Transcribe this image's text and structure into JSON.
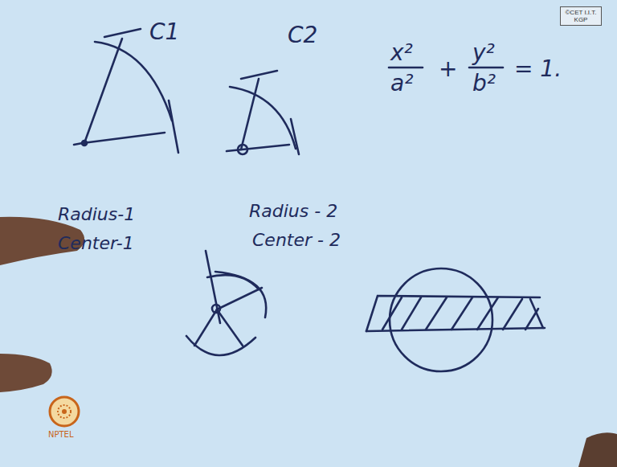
{
  "diagram": {
    "nodes": [
      {
        "text": [
          "©CET I.I.T. KGP"
        ]
      }
    ],
    "labels": [
      "C1",
      "C2",
      "x²",
      "a²",
      "+",
      "y²",
      "b²",
      "= 1.",
      "Radius-1",
      "Center-1",
      "Radius - 2",
      "Center - 2",
      "NPTEL"
    ]
  }
}
